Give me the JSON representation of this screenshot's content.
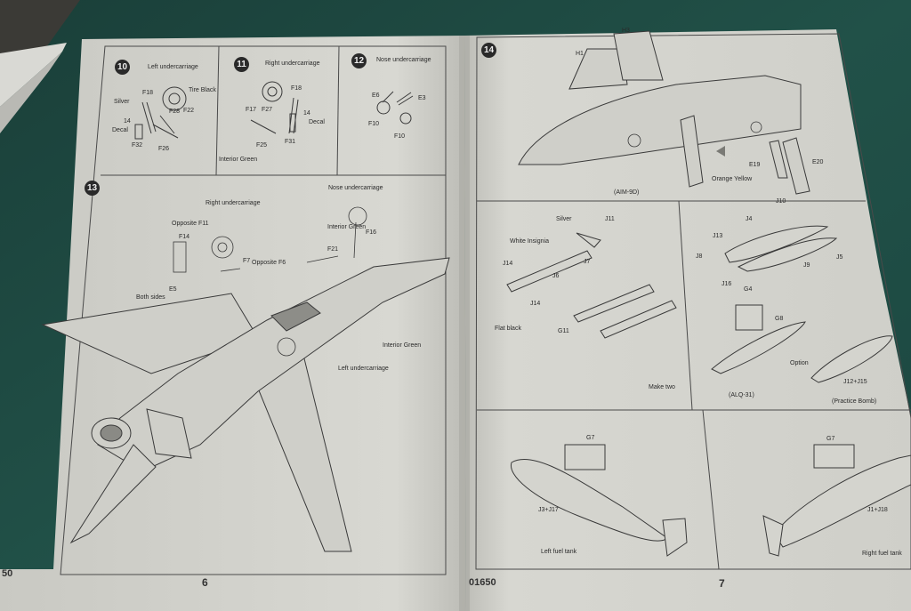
{
  "left_page": {
    "page_number": "6",
    "corner_number": "50",
    "step10": {
      "number": "10",
      "title": "Left undercarriage",
      "labels": {
        "f18": "F18",
        "silver": "Silver",
        "decal_num": "14",
        "decal": "Decal",
        "f28": "F28",
        "f22": "F22",
        "f32": "F32",
        "f26": "F26",
        "tire_black": "Tire Black"
      }
    },
    "step11": {
      "number": "11",
      "title": "Right undercarriage",
      "labels": {
        "f18": "F18",
        "f17": "F17",
        "f27": "F27",
        "decal_num": "14",
        "decal": "Decal",
        "f25": "F25",
        "f31": "F31",
        "interior_green": "Interior Green"
      }
    },
    "step12": {
      "number": "12",
      "title": "Nose undercarriage",
      "labels": {
        "e6": "E6",
        "e3": "E3",
        "f10a": "F10",
        "f10b": "F10"
      }
    },
    "step13": {
      "number": "13",
      "labels": {
        "right_undercarriage": "Right undercarriage",
        "nose_undercarriage": "Nose undercarriage",
        "opposite_f11": "Opposite F11",
        "f14": "F14",
        "f7": "F7",
        "opposite_f6": "Opposite F6",
        "f21": "F21",
        "f16": "F16",
        "interior_green_a": "Interior Green",
        "e5": "E5",
        "both_sides": "Both sides",
        "interior_green_b": "Interior Green",
        "left_undercarriage": "Left undercarriage"
      }
    }
  },
  "right_page": {
    "page_number": "7",
    "code": "01650",
    "step14": {
      "number": "14",
      "labels": {
        "h3": "H3",
        "h1": "H1",
        "orange_yellow": "Orange Yellow",
        "e19": "E19",
        "e20": "E20"
      }
    },
    "aim9d": {
      "title": "(AIM-9D)",
      "labels": {
        "silver": "Silver",
        "white_insignia": "White Insignia",
        "j11": "J11",
        "j7": "J7",
        "j14a": "J14",
        "j6": "J6",
        "j14b": "J14",
        "flat_black": "Flat black",
        "g11": "G11",
        "make_two": "Make two"
      }
    },
    "alq31": {
      "title": "(ALQ-31)",
      "labels": {
        "j10": "J10",
        "j4": "J4",
        "j13": "J13",
        "j8": "J8",
        "j5": "J5",
        "j9": "J9",
        "j16": "J16",
        "g4": "G4",
        "g8": "G8",
        "option": "Option",
        "j12_j15": "J12+J15",
        "practice_bomb": "(Practice Bomb)"
      }
    },
    "left_tank": {
      "part": "G7",
      "parts": "J3+J17",
      "title": "Left fuel tank"
    },
    "right_tank": {
      "part": "G7",
      "parts": "J1+J18",
      "title": "Right fuel tank"
    }
  }
}
